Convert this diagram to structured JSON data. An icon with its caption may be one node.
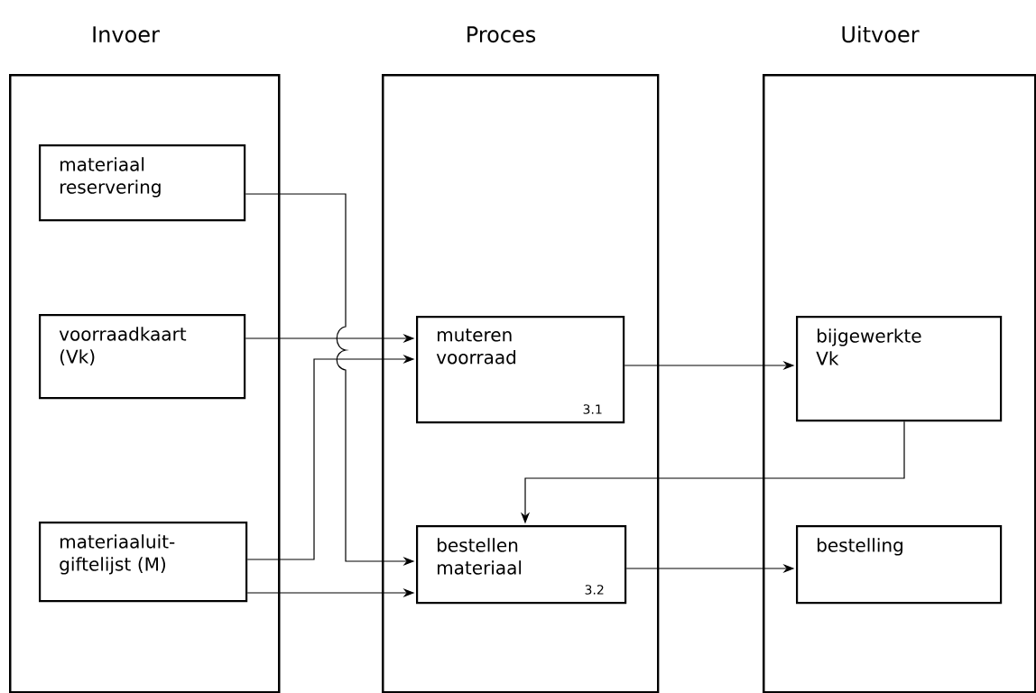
{
  "diagram": {
    "nodes": [
      {
        "text": [
          "Invoer"
        ]
      },
      {
        "text": [
          "materiaal reservering"
        ],
        "in": 0
      },
      {
        "text": [
          "voorraadkaart (Vk)"
        ],
        "in": 0
      },
      {
        "text": [
          "materiaaluit-giftelijst (M)"
        ],
        "in": 0
      },
      {
        "text": [
          "Proces"
        ]
      },
      {
        "text": [
          "muteren voorraad",
          "3.1"
        ],
        "in": 4
      },
      {
        "text": [
          "bestellen materiaal",
          "3.2"
        ],
        "in": 4
      },
      {
        "text": [
          "Uitvoer"
        ]
      },
      {
        "text": [
          "bijgewerkte Vk"
        ],
        "in": 7
      },
      {
        "text": [
          "bestelling"
        ],
        "in": 7
      }
    ],
    "edges": [
      {
        "from": 1,
        "to": 6,
        "arrow": "to"
      },
      {
        "from": 2,
        "to": 5,
        "arrow": "to"
      },
      {
        "from": 3,
        "to": 5,
        "arrow": "to"
      },
      {
        "from": 3,
        "to": 6,
        "arrow": "to"
      },
      {
        "from": 5,
        "to": 8,
        "arrow": "to"
      },
      {
        "from": 8,
        "to": 6,
        "arrow": "to"
      },
      {
        "from": 6,
        "to": 9,
        "arrow": "to"
      }
    ]
  }
}
